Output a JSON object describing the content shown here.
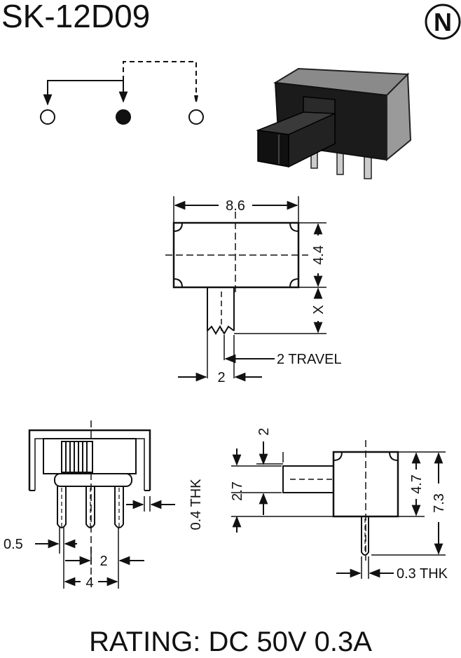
{
  "title": "SK-12D09",
  "logo": {
    "letter": "N"
  },
  "rating": "RATING: DC 50V 0.3A",
  "top_view": {
    "width_label": "8.6",
    "height_label": "4.4",
    "actuator_label": "X",
    "pitch_label": "2",
    "travel_label": "2 TRAVEL"
  },
  "front_view": {
    "pin_width_label": "0.5",
    "pitch_label": "2",
    "span_label": "4",
    "thickness_label": "0.4 THK"
  },
  "side_view": {
    "travel_label": "2",
    "lever_label": "2.7",
    "body_height_label": "4.7",
    "total_height_label": "7.3",
    "thickness_label": "0.3 THK"
  }
}
